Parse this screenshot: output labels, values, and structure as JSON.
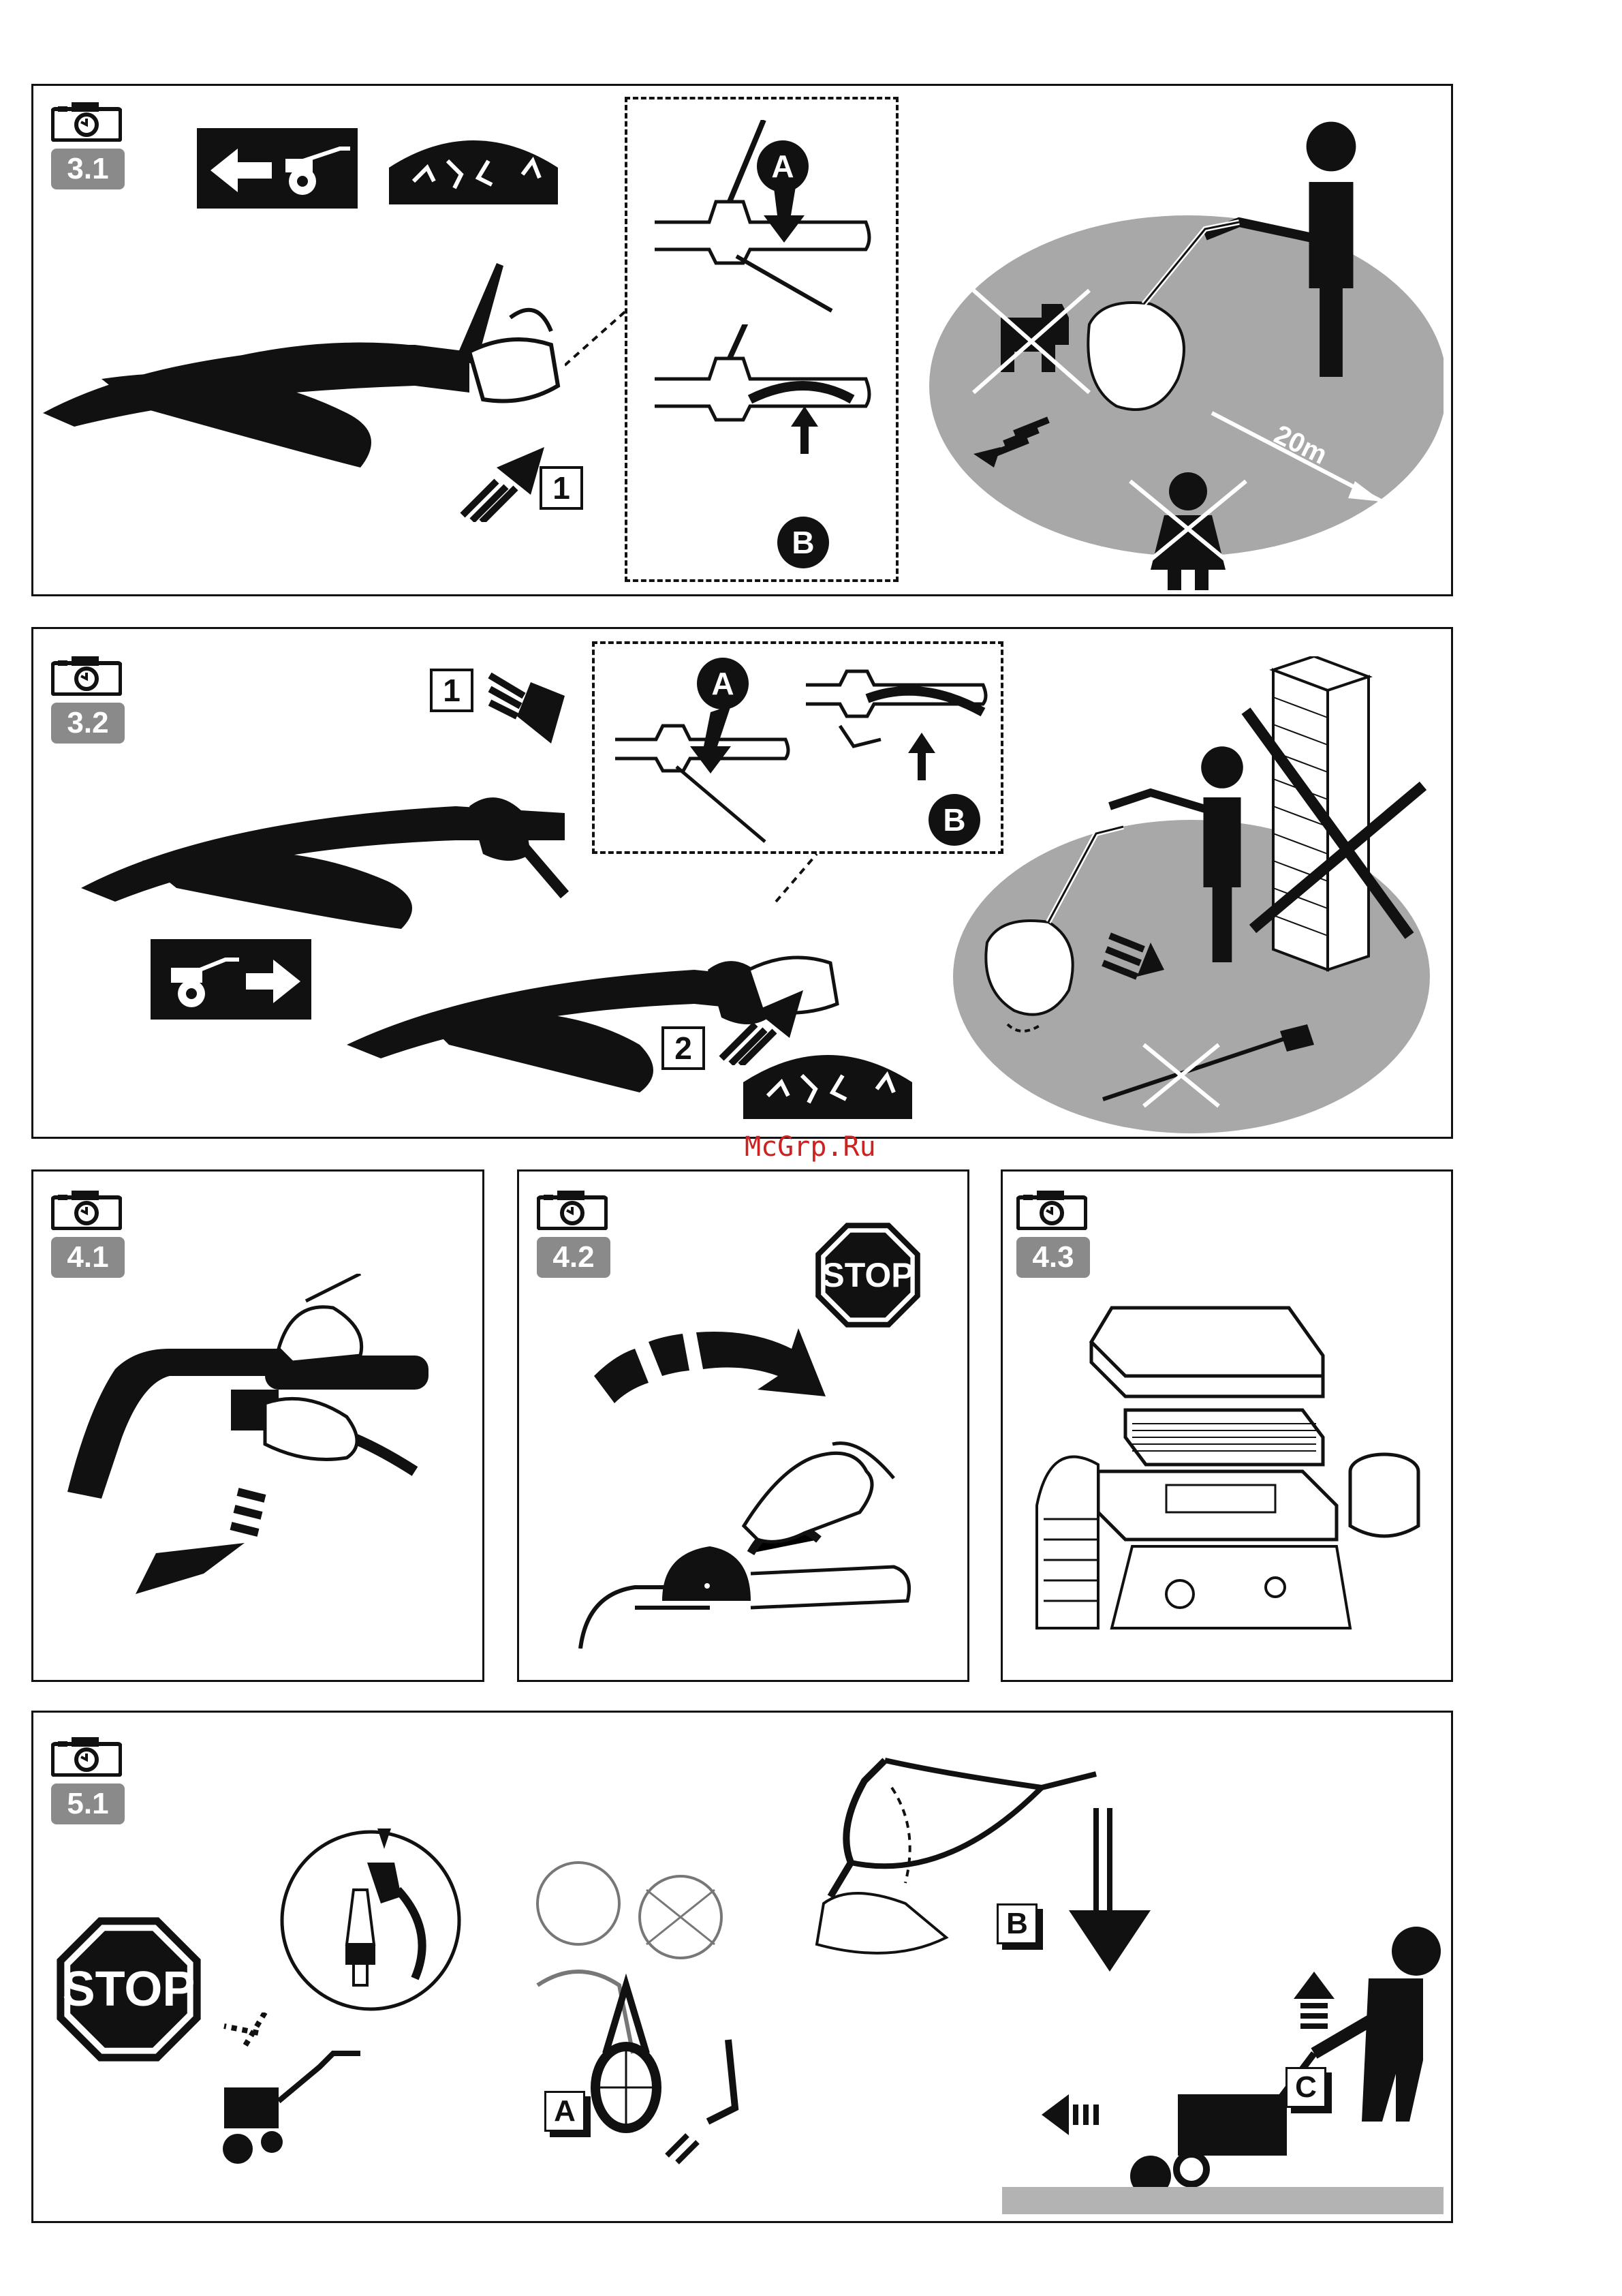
{
  "panels": {
    "p31": {
      "label": "3.1",
      "step1": "1",
      "callout_a": "A",
      "callout_b": "B",
      "distance": "20m"
    },
    "p32": {
      "label": "3.2",
      "step1": "1",
      "step2": "2",
      "callout_a": "A",
      "callout_b": "B"
    },
    "p41": {
      "label": "4.1"
    },
    "p42": {
      "label": "4.2",
      "stop": "STOP"
    },
    "p43": {
      "label": "4.3"
    },
    "p51": {
      "label": "5.1",
      "stop": "STOP",
      "label_a": "A",
      "label_b": "B",
      "label_c": "C"
    }
  },
  "watermark": "McGrp.Ru",
  "icons": [
    "camera-icon",
    "stop-sign-icon",
    "tiller-reverse-icon",
    "tiller-forward-icon",
    "tines-icon",
    "spark-plug-icon",
    "air-filter-icon"
  ]
}
